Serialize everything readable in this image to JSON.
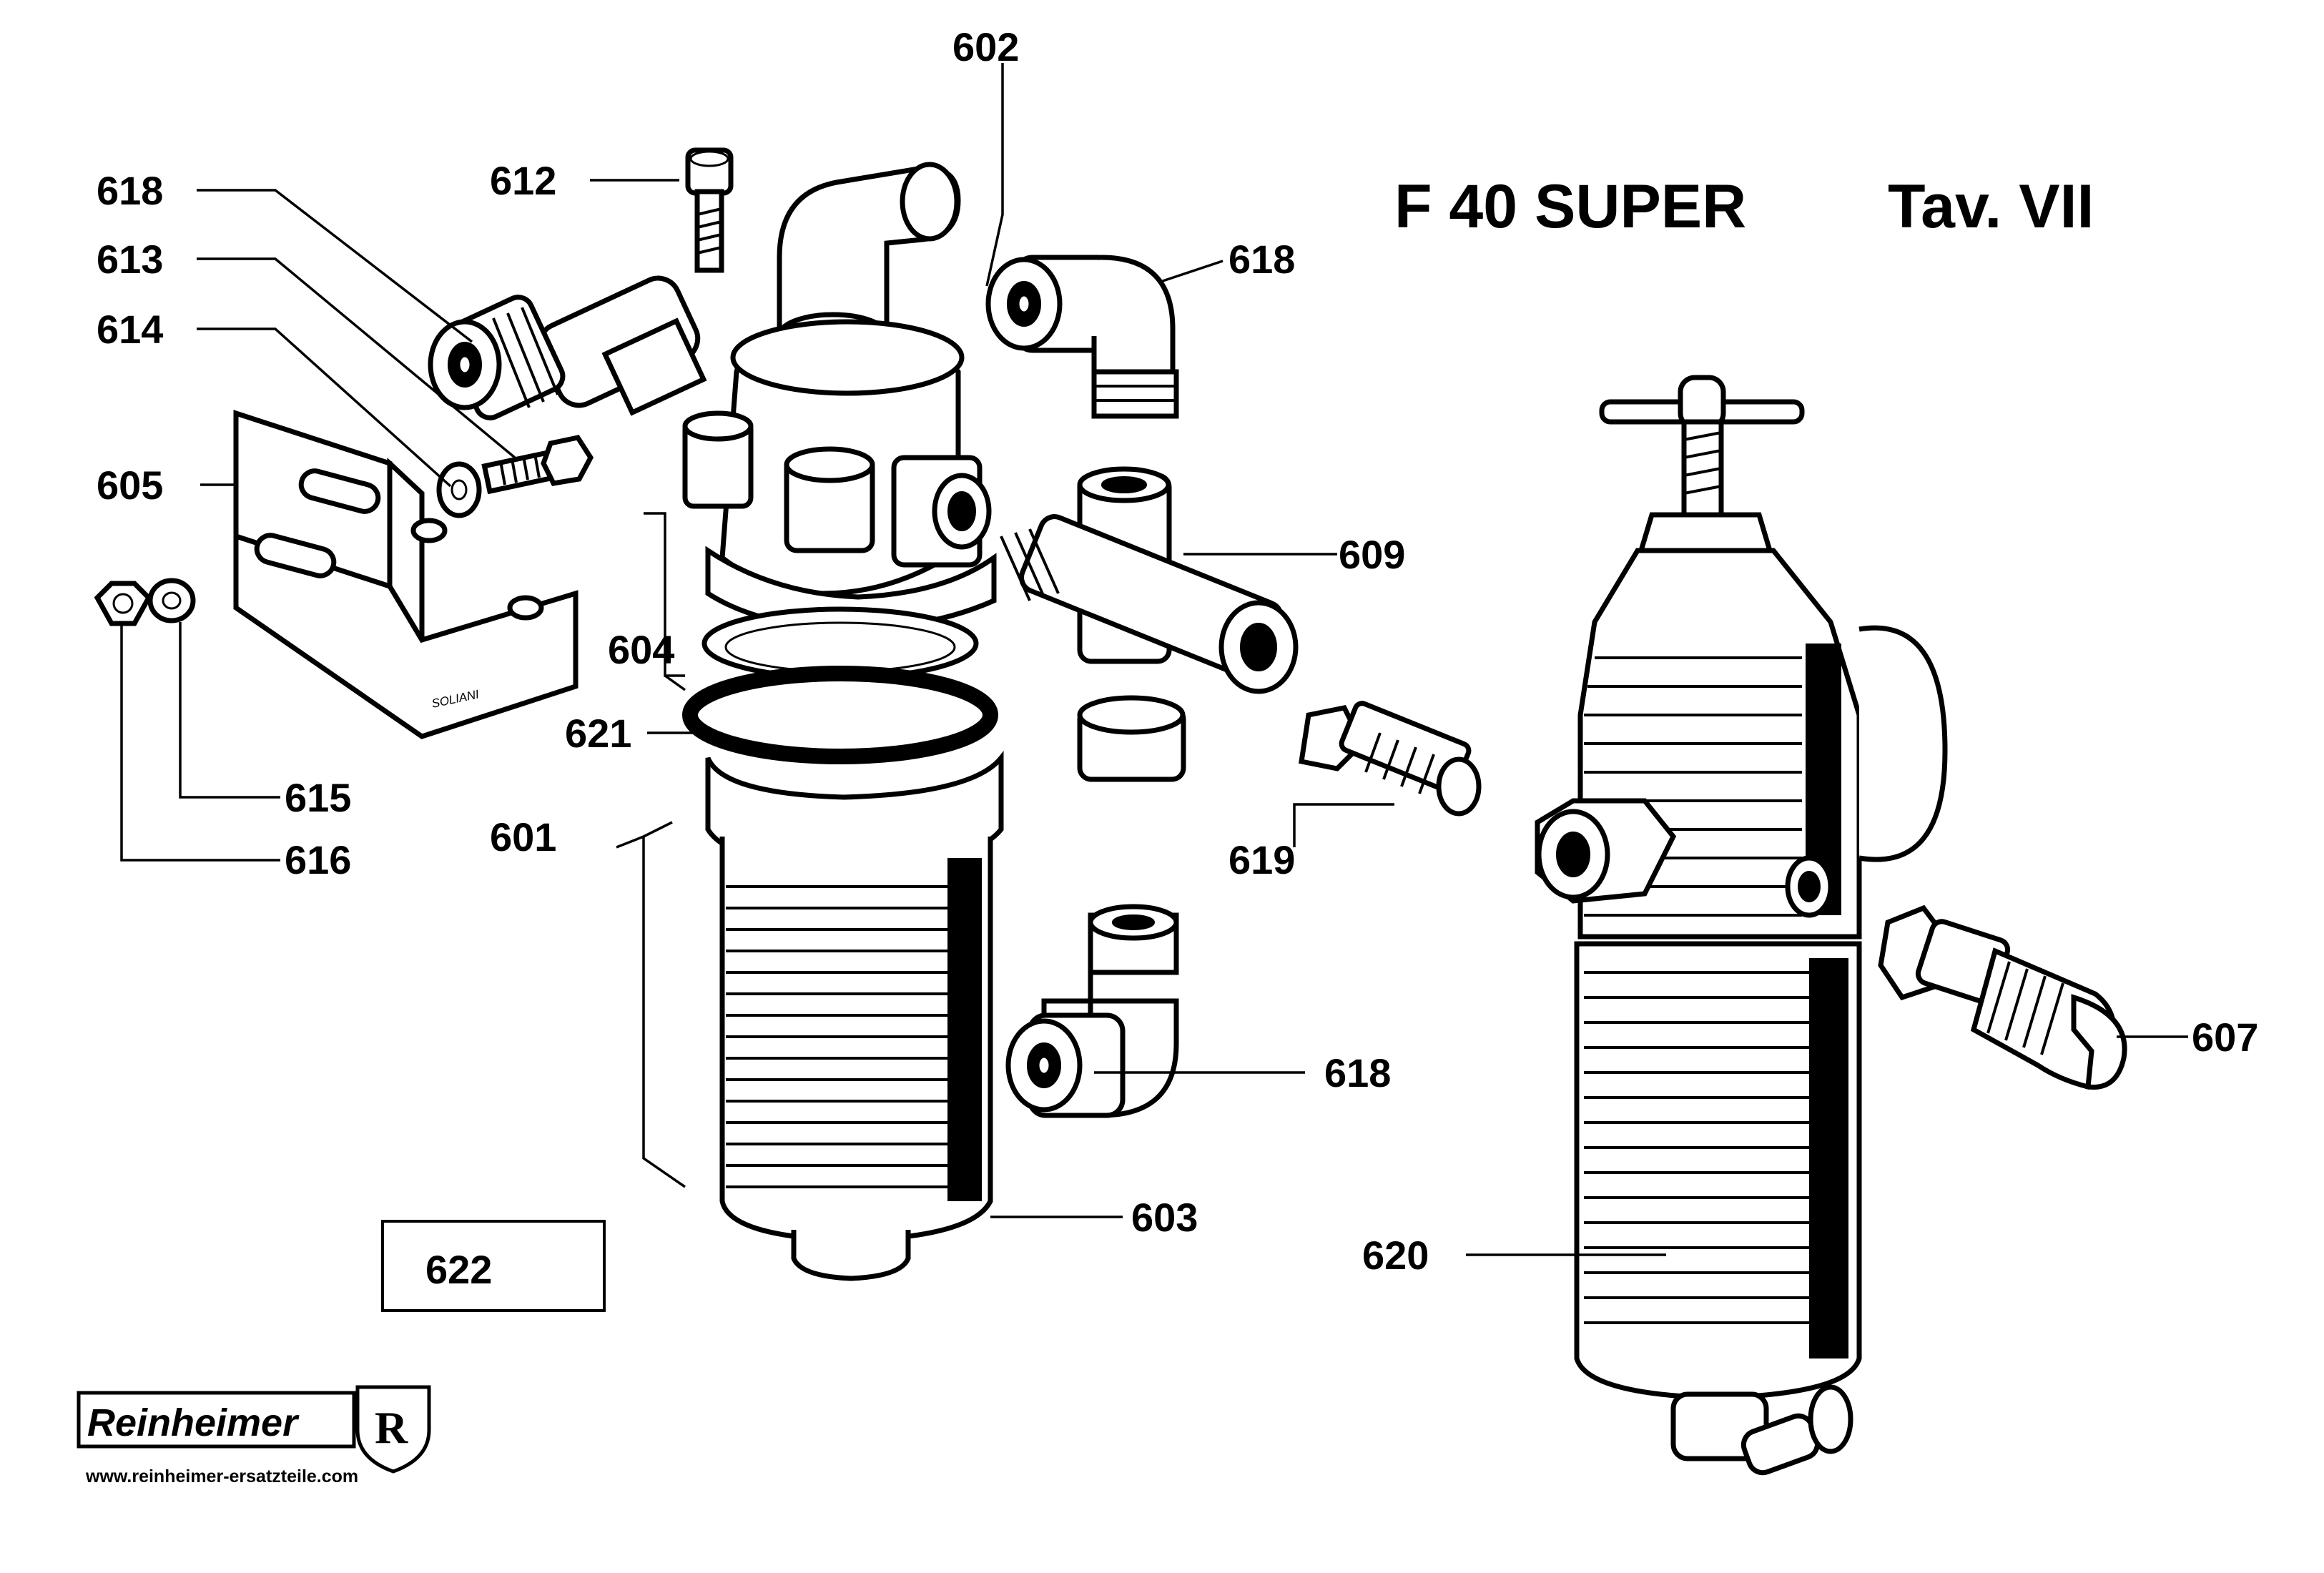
{
  "header": {
    "model": "F 40 SUPER",
    "plate": "Tav. VII"
  },
  "callouts": {
    "c602": "602",
    "c612": "612",
    "c618_top_left": "618",
    "c613": "613",
    "c614": "614",
    "c605": "605",
    "c618_top_right": "618",
    "c609": "609",
    "c604": "604",
    "c621": "621",
    "c615": "615",
    "c601": "601",
    "c616": "616",
    "c619": "619",
    "c618_bottom": "618",
    "c607": "607",
    "c603": "603",
    "c620": "620",
    "c622": "622"
  },
  "bracket_mark": "SOLIANI",
  "footer": {
    "brand": "Reinheimer",
    "logo_letter": "R",
    "url": "www.reinheimer-ersatzteile.com"
  }
}
